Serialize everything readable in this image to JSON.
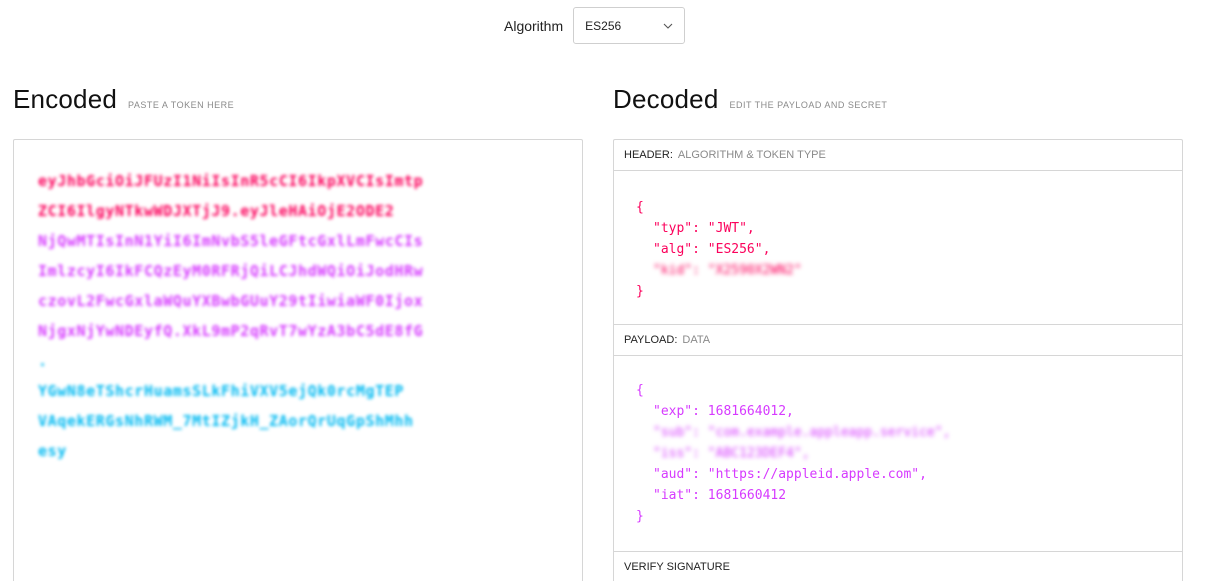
{
  "algorithm": {
    "label": "Algorithm",
    "value": "ES256",
    "icon": "chevron-down-icon"
  },
  "encoded": {
    "title": "Encoded",
    "subtitle": "PASTE A TOKEN HERE",
    "header_lines": [
      "eyJhbGciOiJFUzI1NiIsInR5cCI6IkpXVCIsImtp",
      "ZCI6IlgyNTkwWDJXTjJ9.eyJleHAiOjE2ODE2",
      "NjQwMTIsInN1YiI6ImNvbS5leGFtcGxlLmFwcCIs",
      "ImlzcyI6IkFCQzEyM0RFRjQiLCJhdWQiOiJodHRw",
      "czovL2FwcGxlaWQuYXBwbGUuY29tIiwiaWF0Ijox",
      "NjgxNjYwNDEyfQ.XkL9mP2qRvT7wYzA3bC5dE8fG",
      "."
    ],
    "signature_lines": [
      "YGwN8eTShcrHuamsSLkFhiVXV5ejQk0rcMgTEP",
      "VAqekERGsNhRWM_7MtIZjkH_ZAorQrUqGpShMhh",
      "esy"
    ]
  },
  "decoded": {
    "title": "Decoded",
    "subtitle": "EDIT THE PAYLOAD AND SECRET",
    "header": {
      "key": "HEADER:",
      "desc": "ALGORITHM & TOKEN TYPE",
      "lines": [
        "{",
        "\"typ\": \"JWT\",",
        "\"alg\": \"ES256\",",
        "\"kid\": \"X2590X2WN2\"",
        "}"
      ]
    },
    "payload": {
      "key": "PAYLOAD:",
      "desc": "DATA",
      "lines": [
        "{",
        "\"exp\": 1681664012,",
        "\"sub\": \"com.example.appleapp.service\",",
        "\"iss\": \"ABC123DEF4\",",
        "\"aud\": \"https://appleid.apple.com\",",
        "\"iat\": 1681660412",
        "}"
      ]
    },
    "verify": {
      "key": "VERIFY SIGNATURE"
    }
  }
}
